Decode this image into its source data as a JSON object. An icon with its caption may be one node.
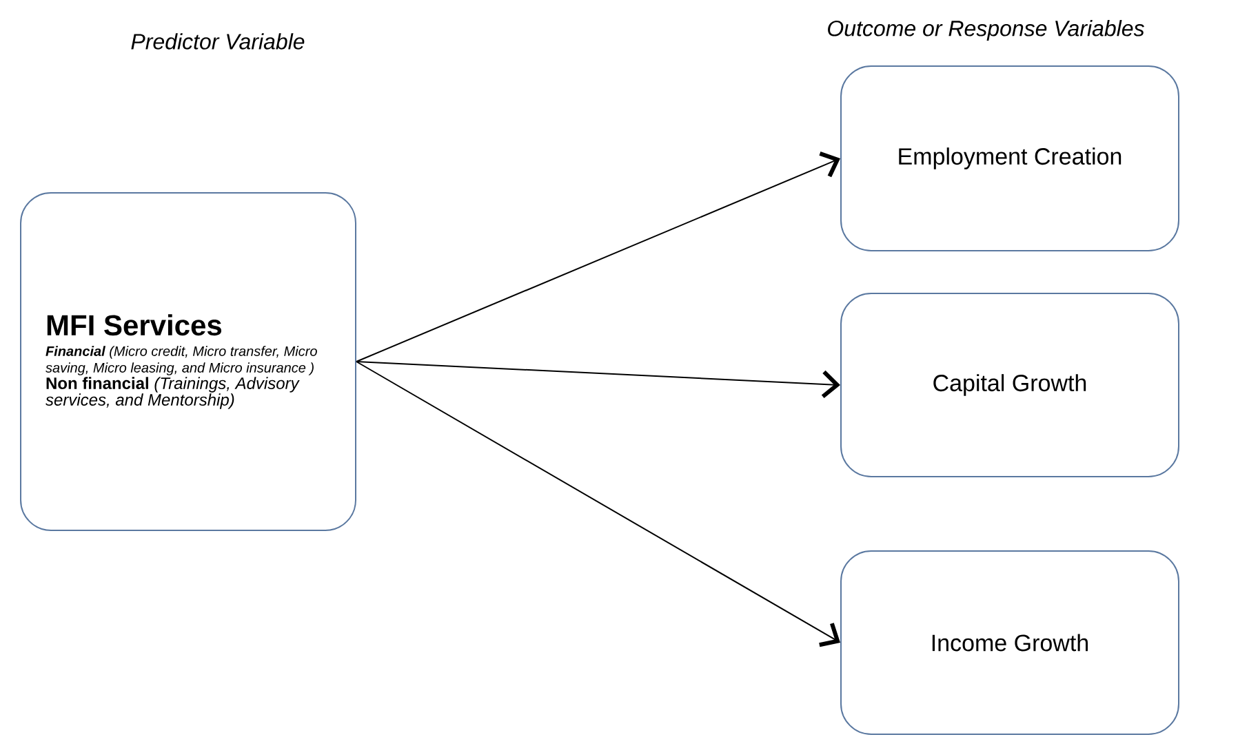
{
  "diagram": {
    "nodes": [
      {
        "text": [
          "MFI Services",
          "**Financial** (Micro credit, Micro transfer, Micro saving, Micro leasing, and Micro insurance )",
          "**Non financial** *(Trainings, Advisory services, and Mentorship)*"
        ]
      },
      {
        "text": [
          "Employment Creation"
        ]
      },
      {
        "text": [
          "Capital Growth"
        ]
      },
      {
        "text": [
          "Income Growth"
        ]
      }
    ],
    "edges": [
      {
        "from": 0,
        "to": 1,
        "arrow": "to"
      },
      {
        "from": 0,
        "to": 2,
        "arrow": "to"
      },
      {
        "from": 0,
        "to": 3,
        "arrow": "to"
      }
    ],
    "labels": [
      "Predictor Variable",
      "Outcome or Response Variables"
    ]
  }
}
